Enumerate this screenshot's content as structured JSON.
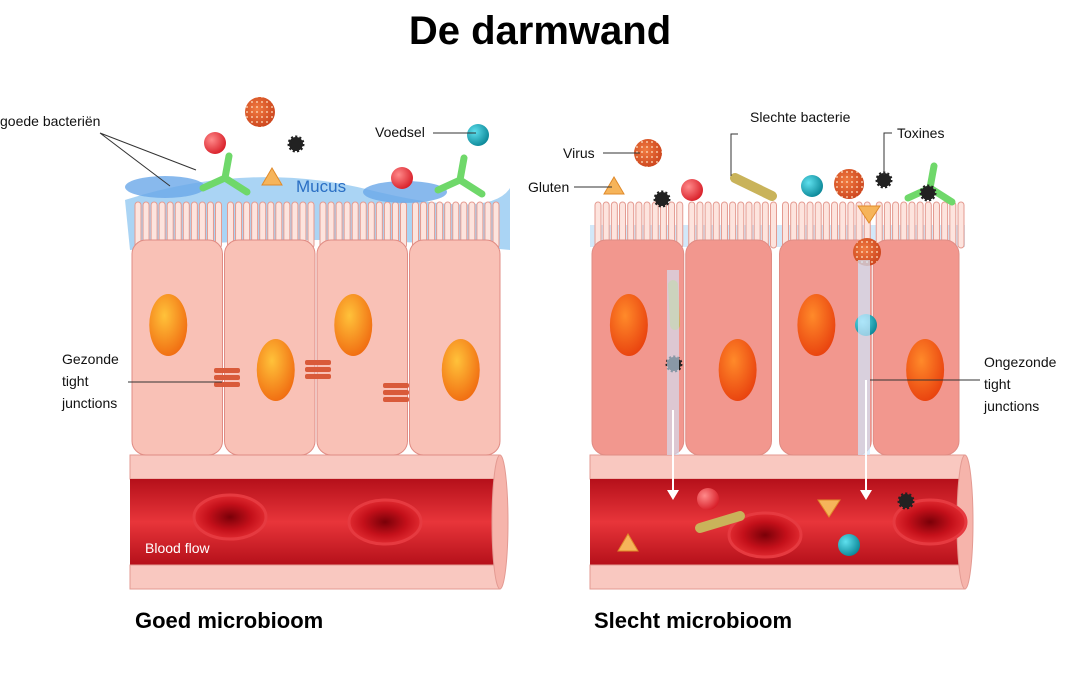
{
  "title": "De darmwand",
  "left_panel": {
    "caption": "Goed microbioom",
    "labels": {
      "good_bacteria": "goede bacteriën",
      "food": "Voedsel",
      "mucus": "Mucus",
      "tight_junctions": [
        "Gezonde",
        "tight",
        "junctions"
      ],
      "blood_flow": "Blood flow"
    }
  },
  "right_panel": {
    "caption": "Slecht microbioom",
    "labels": {
      "virus": "Virus",
      "gluten": "Gluten",
      "bad_bacteria": "Slechte bacterie",
      "toxins": "Toxines",
      "tight_junctions": [
        "Ongezonde",
        "tight",
        "junctions"
      ]
    }
  },
  "colors": {
    "cell": "#f9c1b6",
    "cell_bad": "#f2978e",
    "nucleus": "#f39a1c",
    "mucus": "#8ec6f0",
    "blood": "#d8202a",
    "food": "#1aa6b8"
  }
}
